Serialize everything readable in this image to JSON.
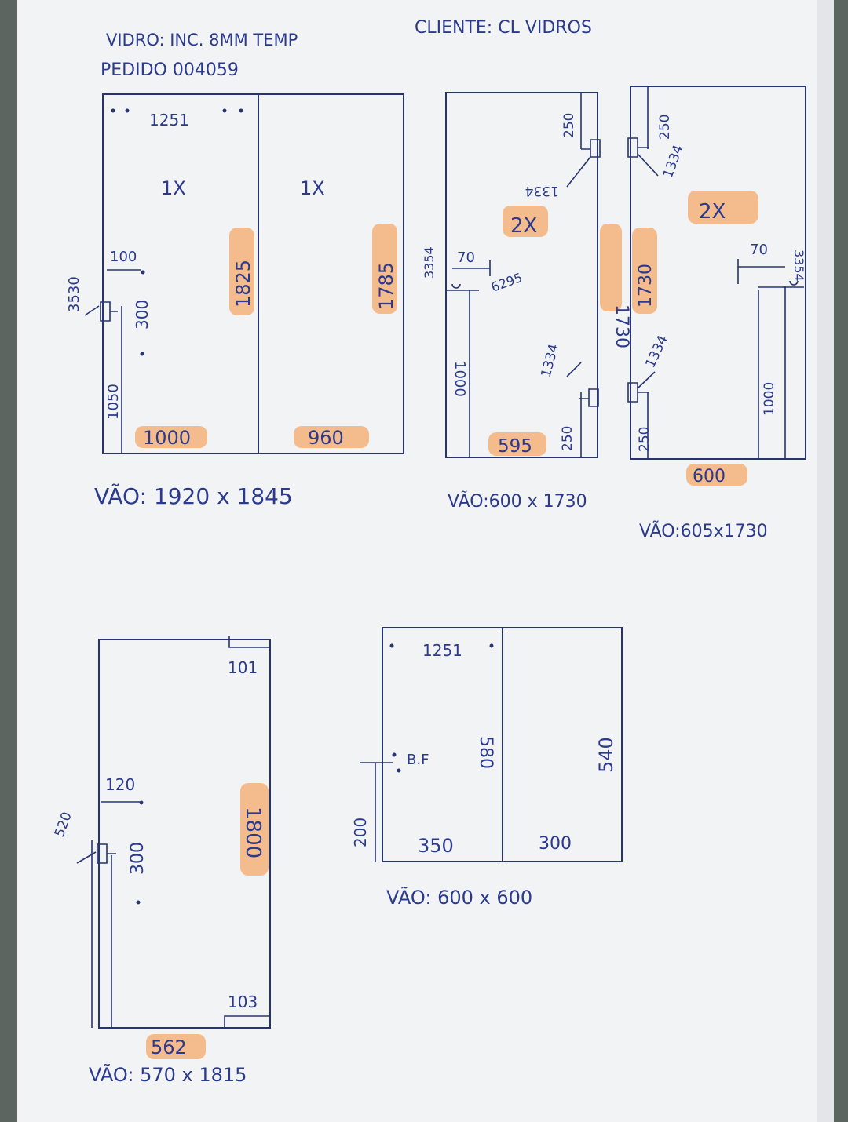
{
  "header": {
    "glass": "VIDRO: INC. 8MM TEMP",
    "order": "PEDIDO 004059",
    "client": "CLIENTE: CL VIDROS"
  },
  "drawing1": {
    "hardware_code": "1251",
    "left_qty": "1X",
    "right_qty": "1X",
    "left_height": "1825",
    "right_height": "1785",
    "left_width": "1000",
    "right_width": "960",
    "handle_offset": "100",
    "lock_code": "3530",
    "lock_height": "300",
    "bottom_height": "1050",
    "opening": "VÃO: 1920 x 1845"
  },
  "drawing2": {
    "top_offset": "250",
    "hinge_code_top": "1334",
    "qty": "2X",
    "lock_code": "3354",
    "handle_offset": "70",
    "handle_code": "6295",
    "height": "1730",
    "bottom_height": "1000",
    "hinge_code_bottom": "1334",
    "bottom_offset": "250",
    "width": "595",
    "opening": "VÃO:600 x 1730"
  },
  "drawing3": {
    "top_offset": "250",
    "hinge_code_top": "1334",
    "qty": "2X",
    "handle_offset": "70",
    "lock_code": "3354",
    "height": "1730",
    "hinge_code_bottom": "1334",
    "bottom_offset": "250",
    "bottom_height": "1000",
    "width": "600",
    "opening": "VÃO:605x1730"
  },
  "drawing4": {
    "top_corner": "101",
    "handle_offset": "120",
    "lock_code": "520",
    "lock_height": "300",
    "height": "1800",
    "bottom_corner": "103",
    "width": "562",
    "opening": "VÃO: 570 x 1815"
  },
  "drawing5": {
    "hardware_code": "1251",
    "label_bf": "B.F",
    "left_height": "580",
    "right_height": "540",
    "side_height": "200",
    "left_width": "350",
    "right_width": "300",
    "opening": "VÃO: 600 x 600"
  }
}
